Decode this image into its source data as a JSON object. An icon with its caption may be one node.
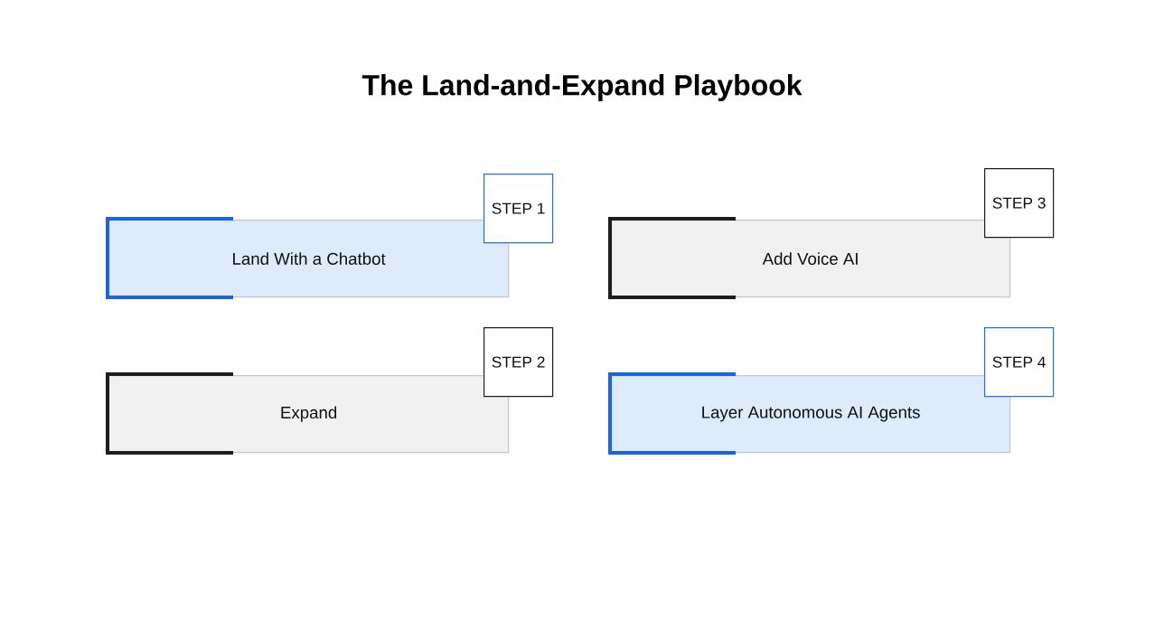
{
  "diagram": {
    "title": "The Land-and-Expand Playbook",
    "nodes": [
      {
        "text": [
          "Land With a Chatbot"
        ]
      },
      {
        "text": [
          "STEP 1"
        ]
      },
      {
        "text": [
          "Expand"
        ]
      },
      {
        "text": [
          "STEP 2"
        ]
      },
      {
        "text": [
          "Add Voice AI"
        ]
      },
      {
        "text": [
          "STEP 3"
        ]
      },
      {
        "text": [
          "Layer Autonomous AI Agents"
        ]
      },
      {
        "text": [
          "STEP 4"
        ]
      }
    ]
  }
}
